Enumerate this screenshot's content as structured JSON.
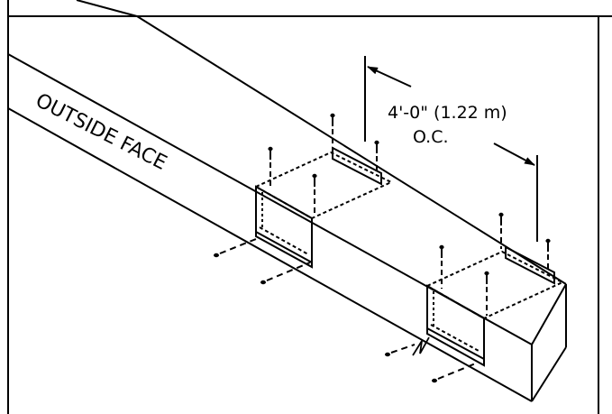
{
  "labels": {
    "outside_face": "OUTSIDE FACE",
    "spacing": "4'-0\" (1.22 m)",
    "spacing_note": "O.C."
  },
  "colors": {
    "line": "#000000",
    "background": "#ffffff"
  }
}
